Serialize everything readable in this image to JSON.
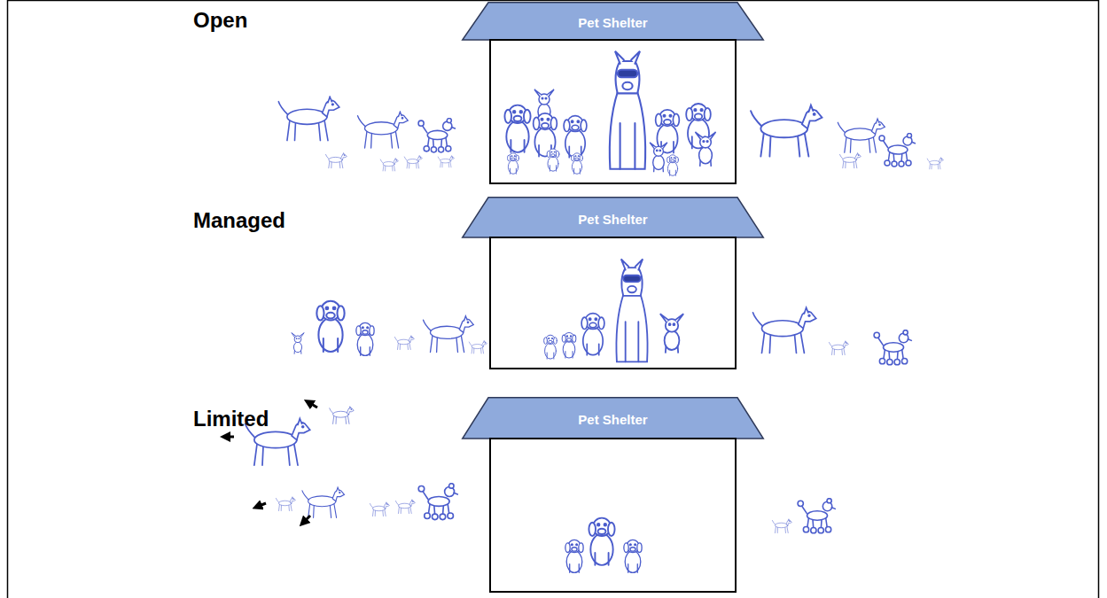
{
  "diagram": {
    "nodes": [
      {
        "text": [
          "Pet Shelter"
        ]
      },
      {
        "text": [
          "Pet Shelter"
        ]
      },
      {
        "text": [
          "Pet Shelter"
        ]
      }
    ],
    "labels": [
      "Open",
      "Managed",
      "Limited"
    ]
  }
}
